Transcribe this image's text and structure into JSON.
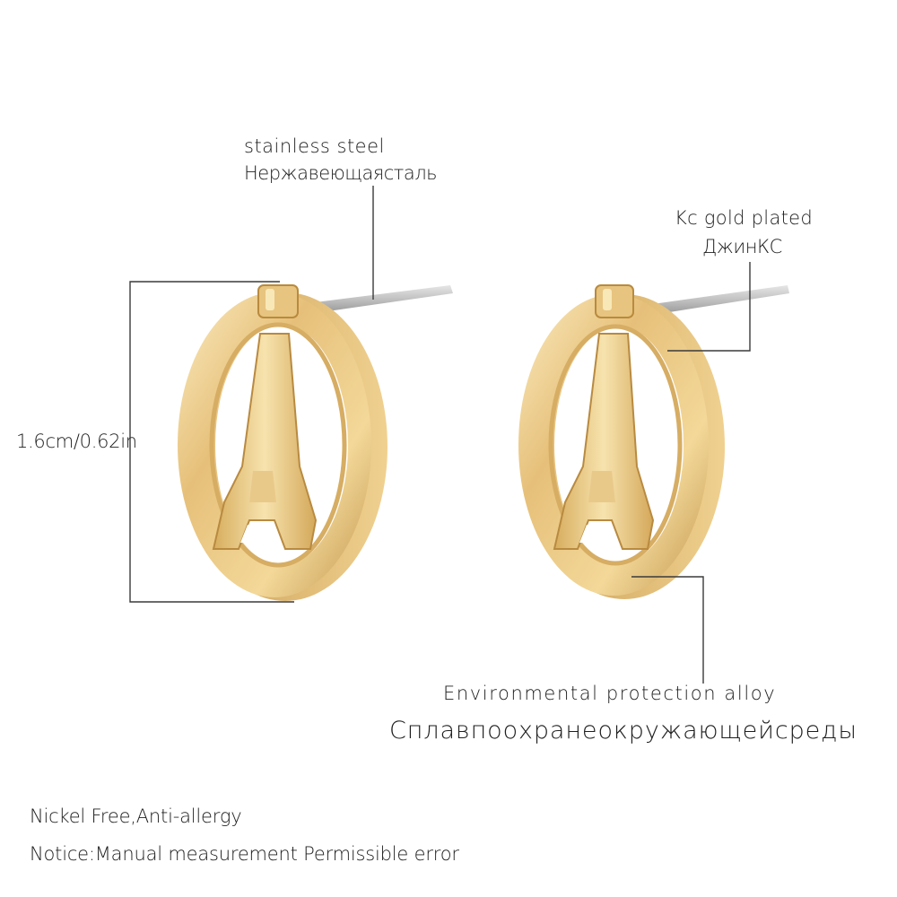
{
  "labels": {
    "steel_en": "stainless steel",
    "steel_ru": "Нержавеющаясталь",
    "gold_en": "Kc gold plated",
    "gold_ru": "ДжинКС",
    "size": "1.6cm/0.62in",
    "alloy_en": "Environmental protection alloy",
    "alloy_ru": "Сплавпоохранеокружающейсреды",
    "nickel_free": "Nickel Free,Anti-allergy",
    "notice": "Notice:Manual measurement Permissible error"
  },
  "colors": {
    "gold_light": "#f6e2a6",
    "gold_mid": "#e0b866",
    "gold_dark": "#b98a3e",
    "steel": "#c9c9c9",
    "line": "#3a3a3a"
  }
}
